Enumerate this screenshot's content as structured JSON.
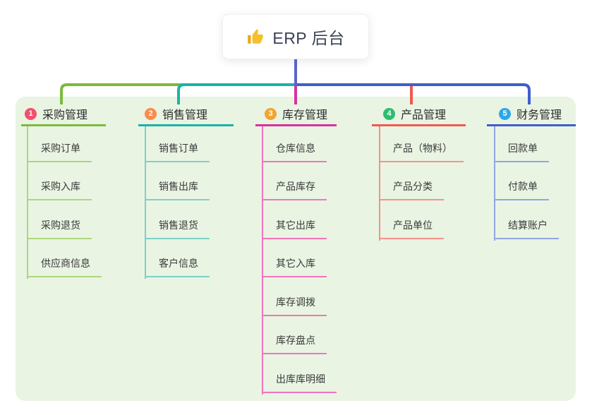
{
  "root": {
    "title": "ERP 后台",
    "icon": "thumbs-up-icon"
  },
  "connector": {
    "stem_color": "#5b63cd"
  },
  "canvas": {
    "background": "#e9f4e3"
  },
  "branches": [
    {
      "badge": "1",
      "badge_color": "#f2506e",
      "title": "采购管理",
      "color": "#7cba3d",
      "light_color": "#abd77e",
      "children": [
        "采购订单",
        "采购入库",
        "采购退货",
        "供应商信息"
      ]
    },
    {
      "badge": "2",
      "badge_color": "#fb8b4b",
      "title": "销售管理",
      "color": "#1ab3a8",
      "light_color": "#7fd0c7",
      "children": [
        "销售订单",
        "销售出库",
        "销售退货",
        "客户信息"
      ]
    },
    {
      "badge": "3",
      "badge_color": "#f2a431",
      "title": "库存管理",
      "color": "#d6339f",
      "light_color": "#f175bb",
      "children": [
        "仓库信息",
        "产品库存",
        "其它出库",
        "其它入库",
        "库存调拨",
        "库存盘点",
        "出库库明细"
      ]
    },
    {
      "badge": "4",
      "badge_color": "#2dbd6e",
      "title": "产品管理",
      "color": "#ee5a51",
      "light_color": "#f4928c",
      "children": [
        "产品（物料）",
        "产品分类",
        "产品单位"
      ]
    },
    {
      "badge": "5",
      "badge_color": "#2ca8e8",
      "title": "财务管理",
      "color": "#3f5ecb",
      "light_color": "#91a7de",
      "children": [
        "回款单",
        "付款单",
        "结算账户"
      ]
    }
  ]
}
